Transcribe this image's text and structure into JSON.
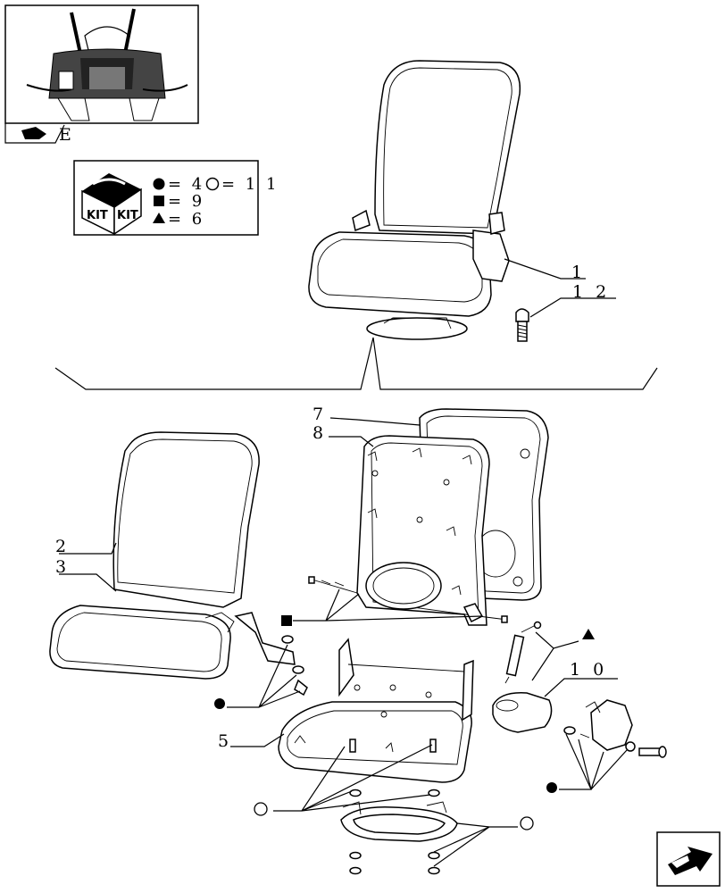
{
  "thumbnail": {
    "page_ref": "E"
  },
  "legend": {
    "kit_label_left": "KIT",
    "kit_label_right": "KIT",
    "entries": [
      {
        "symbol": "filled-circle",
        "text": "= 4"
      },
      {
        "symbol": "open-circle",
        "text": "= 1 1"
      },
      {
        "symbol": "filled-square",
        "text": "= 9"
      },
      {
        "symbol": "filled-triangle",
        "text": "= 6"
      }
    ]
  },
  "callouts": {
    "c1": "1",
    "c12": "1 2",
    "c7": "7",
    "c8": "8",
    "c2": "2",
    "c3": "3",
    "c10": "1 0",
    "c5": "5"
  },
  "nav": {
    "icon": "next-page-arrow-icon"
  }
}
